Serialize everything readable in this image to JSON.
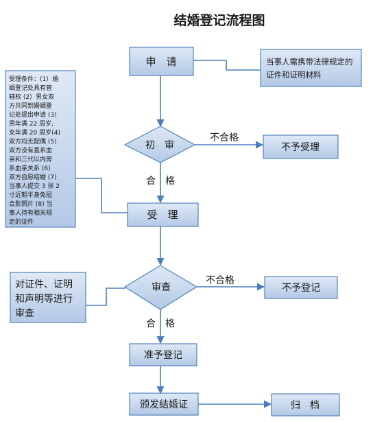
{
  "title": "结婚登记流程图",
  "nodes": {
    "apply": "申　请",
    "materials_note": [
      "当事人需携带法律规定的",
      "证件和证明材料"
    ],
    "initial_review": "初　审",
    "reject_accept": "不予受理",
    "conditions_note": [
      "受理条件：(1）婚",
      "姻登记处具有管",
      "辖权 (2）男女双",
      "方共同到婚姻登",
      "记处提出申请 (3)",
      "男年满 22 周岁,",
      "女年满 20 周岁(4)",
      "双方均无配偶 (5)",
      "双方没有直系血",
      "亲和三代以内旁",
      "系血亲关系 (6)",
      "双方自愿结婚 (7)",
      "当事人提交 3 张 2",
      "寸近期半身免冠",
      "合影照片 (8) 当",
      "事人持有相关规",
      "定的证件"
    ],
    "accept": "受　理",
    "review_note": [
      "对证件、证明",
      "和声明等进行",
      "审查"
    ],
    "review": "审查",
    "reject_register": "不予登记",
    "approve": "准予登记",
    "issue_cert": "颁发结婚证",
    "archive": "归　档"
  },
  "edge_labels": {
    "initial_fail": "不合格",
    "initial_pass": "合　格",
    "review_fail": "不合格",
    "review_pass": "合　格"
  },
  "colors": {
    "box_fill_top": "#dfe9f6",
    "box_fill_bottom": "#b3c9e6",
    "box_stroke": "#4f81bd",
    "line": "#4a7ebb",
    "text": "#1a1a1a"
  }
}
